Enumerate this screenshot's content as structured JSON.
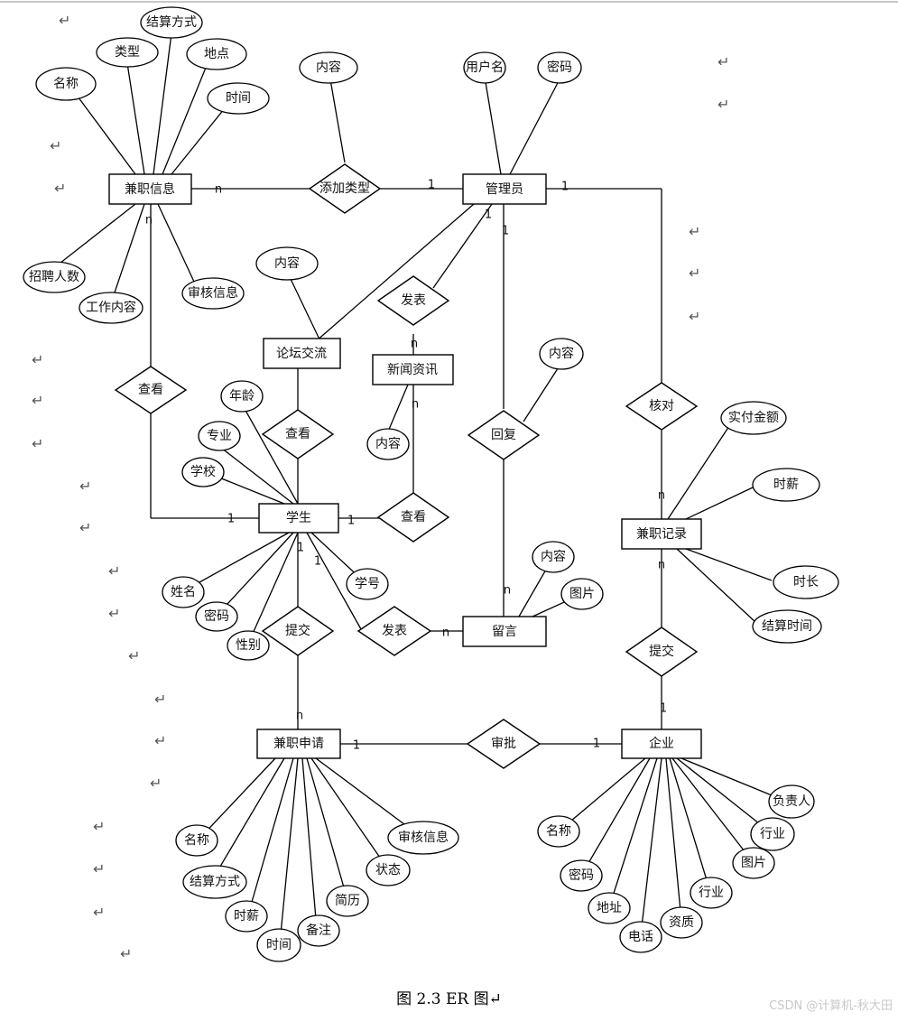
{
  "entities": {
    "jianzhi_xinxi": "兼职信息",
    "guanliyuan": "管理员",
    "luntan": "论坛交流",
    "xinwen": "新闻资讯",
    "xuesheng": "学生",
    "jianzhi_jilu": "兼职记录",
    "liuyan": "留言",
    "jianzhi_shenqing": "兼职申请",
    "qiye": "企业"
  },
  "relationships": {
    "tianjia_leixing": "添加类型",
    "fabiao_news": "发表",
    "chakan_info": "查看",
    "chakan_forum": "查看",
    "chakan_news": "查看",
    "huifu": "回复",
    "hedui": "核对",
    "tijiao_student": "提交",
    "fabiao_msg": "发表",
    "tijiao_company": "提交",
    "shenpi": "审批"
  },
  "attributes": {
    "info_mingcheng": "名称",
    "info_leixing": "类型",
    "info_jiesuan": "结算方式",
    "info_didian": "地点",
    "info_shijian": "时间",
    "info_zhaopin": "招聘人数",
    "info_gongzuo": "工作内容",
    "info_shenhe": "审核信息",
    "type_neirong": "内容",
    "admin_yonghuming": "用户名",
    "admin_mima": "密码",
    "forum_neirong": "内容",
    "news_neirong": "内容",
    "reply_neirong": "内容",
    "stu_nianling": "年龄",
    "stu_zhuanye": "专业",
    "stu_xuexiao": "学校",
    "stu_xingming": "姓名",
    "stu_mima": "密码",
    "stu_xingbie": "性别",
    "stu_xuehao": "学号",
    "rec_shifu": "实付金额",
    "rec_shixin": "时薪",
    "rec_shichang": "时长",
    "rec_jiesuan": "结算时间",
    "msg_neirong": "内容",
    "msg_tupian": "图片",
    "app_mingcheng": "名称",
    "app_jiesuan": "结算方式",
    "app_shixin": "时薪",
    "app_shijian": "时间",
    "app_beizhu": "备注",
    "app_jianli": "简历",
    "app_zhuangtai": "状态",
    "app_shenhe": "审核信息",
    "co_mingcheng": "名称",
    "co_mima": "密码",
    "co_dizhi": "地址",
    "co_dianhua": "电话",
    "co_zizhi": "资质",
    "co_hangye1": "行业",
    "co_tupian": "图片",
    "co_hangye2": "行业",
    "co_fuzeren": "负责人"
  },
  "cardinality": {
    "one": "1",
    "many": "n"
  },
  "return_mark": "↵",
  "caption": "图 2.3 ER 图↵",
  "watermark": "CSDN @计算机-秋大田"
}
